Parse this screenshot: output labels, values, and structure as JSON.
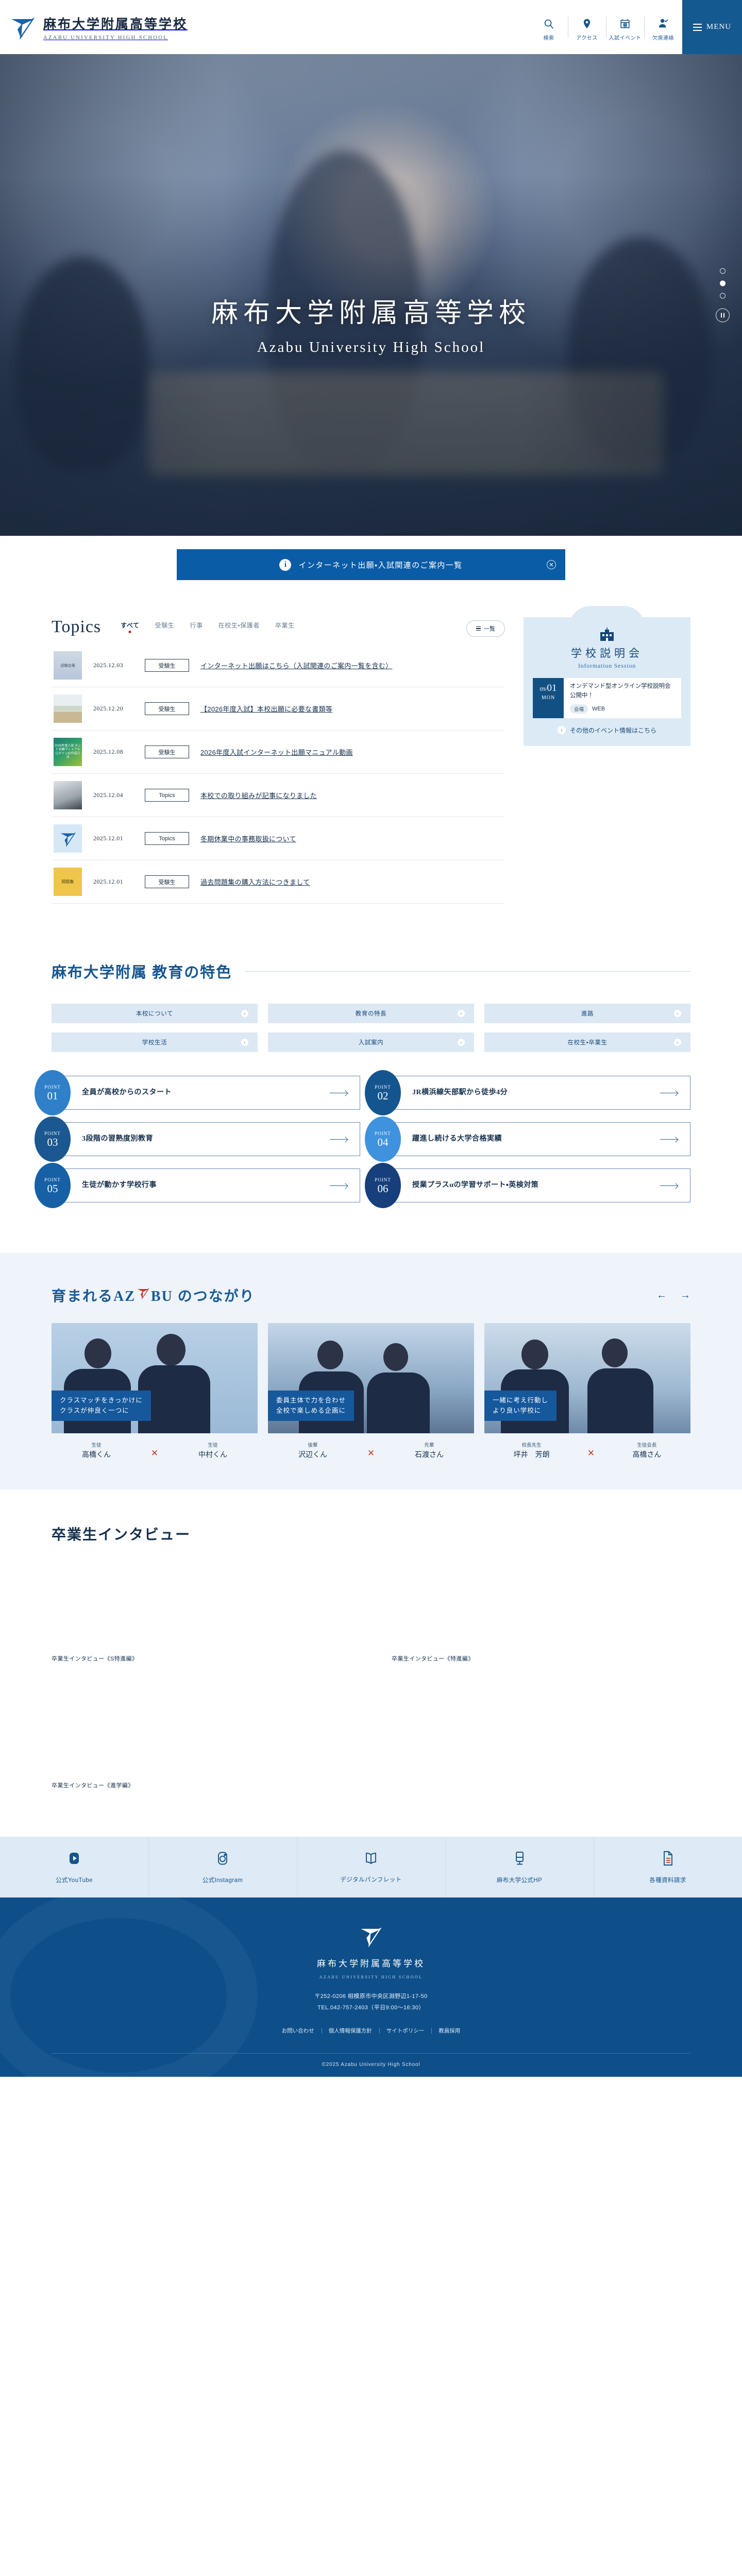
{
  "header": {
    "brand_ja": "麻布大学附属高等学校",
    "brand_en": "AZABU UNIVERSITY HIGH SCHOOL",
    "util": [
      {
        "label": "検索",
        "icon": "search-icon"
      },
      {
        "label": "アクセス",
        "icon": "map-pin-icon"
      },
      {
        "label": "入試イベント",
        "icon": "calendar-icon"
      },
      {
        "label": "欠席連絡",
        "icon": "person-check-icon"
      }
    ],
    "menu_label": "MENU"
  },
  "hero": {
    "title_ja": "麻布大学附属高等学校",
    "title_en": "Azabu University High School",
    "slide_count": 3,
    "active_slide": 1
  },
  "notice": {
    "text": "インターネット出願・入試関連のご案内一覧",
    "info_glyph": "i",
    "close_glyph": "✕"
  },
  "topics": {
    "title": "Topics",
    "tabs": [
      "すべて",
      "受験生",
      "行事",
      "在校生・保護者",
      "卒業生"
    ],
    "active_tab": "すべて",
    "all_label": "一覧",
    "items": [
      {
        "date": "2025.12.03",
        "category": "受験生",
        "title": "インターネット出願はこちら（入試関連のご案内一覧を含む）",
        "thumb": "t-exam",
        "thumb_text": "試験会場"
      },
      {
        "date": "2025.12.20",
        "category": "受験生",
        "title": "【2026年度入試】本校出願に必要な書類等",
        "thumb": "t-class",
        "thumb_text": ""
      },
      {
        "date": "2025.12.08",
        "category": "受験生",
        "title": "2026年度入試インターネット出願マニュアル動画",
        "thumb": "t-manual",
        "thumb_text": "2026年度入試 ネット出願マニュアル ログインID作成方法"
      },
      {
        "date": "2025.12.04",
        "category": "Topics",
        "title": "本校での取り組みが記事になりました",
        "thumb": "t-tablet",
        "thumb_text": ""
      },
      {
        "date": "2025.12.01",
        "category": "Topics",
        "title": "冬期休業中の事務取扱について",
        "thumb": "t-logo",
        "thumb_text": ""
      },
      {
        "date": "2025.12.01",
        "category": "受験生",
        "title": "過去問題集の購入方法につきまして",
        "thumb": "t-book",
        "thumb_text": "問題集"
      }
    ]
  },
  "side_event": {
    "heading_ja": "学校説明会",
    "heading_en": "Information Session",
    "icon": "school-building-icon",
    "card": {
      "month": "09",
      "day": "01",
      "dow": "MON",
      "name": "オンデマンド型オンライン学校説明会 公開中！",
      "venue_label": "会場",
      "venue": "WEB"
    },
    "more_link": "その他のイベント情報はこちら"
  },
  "features": {
    "title": "麻布大学附属 教育の特色",
    "buttons": [
      "本校について",
      "教育の特長",
      "進路",
      "学校生活",
      "入試案内",
      "在校生・卒業生"
    ],
    "points": [
      {
        "label": "POINT",
        "num": "01",
        "text": "全員が高校からのスタート",
        "color": "#2f80c9"
      },
      {
        "label": "POINT",
        "num": "02",
        "text": "JR横浜線矢部駅から徒歩4分",
        "color": "#15558f"
      },
      {
        "label": "POINT",
        "num": "03",
        "text": "3段階の習熟度別教育",
        "color": "#1b5790"
      },
      {
        "label": "POINT",
        "num": "04",
        "text": "躍進し続ける大学合格実績",
        "color": "#3f92dd"
      },
      {
        "label": "POINT",
        "num": "05",
        "text": "生徒が動かす学校行事",
        "color": "#1660a5"
      },
      {
        "label": "POINT",
        "num": "06",
        "text": "授業プラスαの学習サポート・英検対策",
        "color": "#163f7c"
      }
    ]
  },
  "azabu": {
    "title_before": "育まれるAZ",
    "title_after": "BU のつながり",
    "prev_glyph": "←",
    "next_glyph": "→",
    "cards": [
      {
        "caption": "クラスマッチをきっかけに\nクラスが仲良く一つに",
        "caption_side": "left",
        "people": [
          {
            "role": "生徒",
            "name": "高橋くん"
          },
          {
            "role": "生徒",
            "name": "中村くん"
          }
        ],
        "x": "✕"
      },
      {
        "caption": "委員主体で力を合わせ\n全校で楽しめる企画に",
        "caption_side": "left",
        "people": [
          {
            "role": "後輩",
            "name": "沢辺くん"
          },
          {
            "role": "先輩",
            "name": "石渡さん"
          }
        ],
        "x": "✕"
      },
      {
        "caption": "一緒に考え行動し\nより良い学校に",
        "caption_side": "left",
        "people": [
          {
            "role": "校長先生",
            "name": "坪井　芳朗"
          },
          {
            "role": "生徒会長",
            "name": "高橋さん"
          }
        ],
        "x": "✕"
      }
    ]
  },
  "alumni": {
    "title": "卒業生インタビュー",
    "items": [
      {
        "caption": "卒業生インタビュー《S特進編》"
      },
      {
        "caption": "卒業生インタビュー《特進編》"
      },
      {
        "caption": "卒業生インタビュー《進学編》"
      }
    ]
  },
  "links": [
    {
      "label": "公式YouTube",
      "icon": "youtube-icon"
    },
    {
      "label": "公式Instagram",
      "icon": "instagram-icon"
    },
    {
      "label": "デジタルパンフレット",
      "icon": "book-icon"
    },
    {
      "label": "麻布大学公式HP",
      "icon": "monitor-icon"
    },
    {
      "label": "各種資料請求",
      "icon": "document-icon"
    }
  ],
  "footer": {
    "brand_ja": "麻布大学附属高等学校",
    "brand_en": "AZABU UNIVERSITY HIGH SCHOOL",
    "address": "〒252-0206 相模原市中央区淵野辺1-17-50",
    "tel": "TEL.042-757-2403（平日9:00〜16:30）",
    "links": [
      "お問い合わせ",
      "個人情報保護方針",
      "サイトポリシー",
      "教員採用"
    ],
    "copyright": "©2025 Azabu University High School"
  }
}
